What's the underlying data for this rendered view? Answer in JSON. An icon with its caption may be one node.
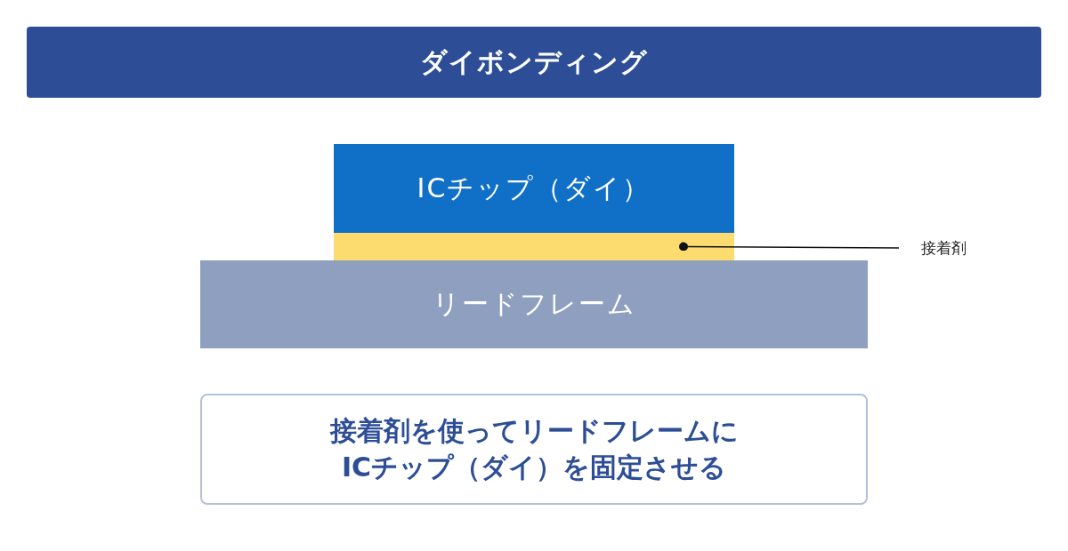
{
  "diagram": {
    "title": "ダイボンディング",
    "nodes": [
      {
        "text": [
          "ICチップ（ダイ）"
        ]
      },
      {
        "text": [],
        "shape": "bar"
      },
      {
        "text": [
          "リードフレーム"
        ]
      },
      {
        "text": [
          "接着剤"
        ]
      },
      {
        "text": [
          "接着剤を使ってリードフレームにICチップ（ダイ）を固定させる"
        ]
      }
    ],
    "edges": [
      {
        "from": 3,
        "to": 1,
        "arrow": "other"
      }
    ]
  }
}
